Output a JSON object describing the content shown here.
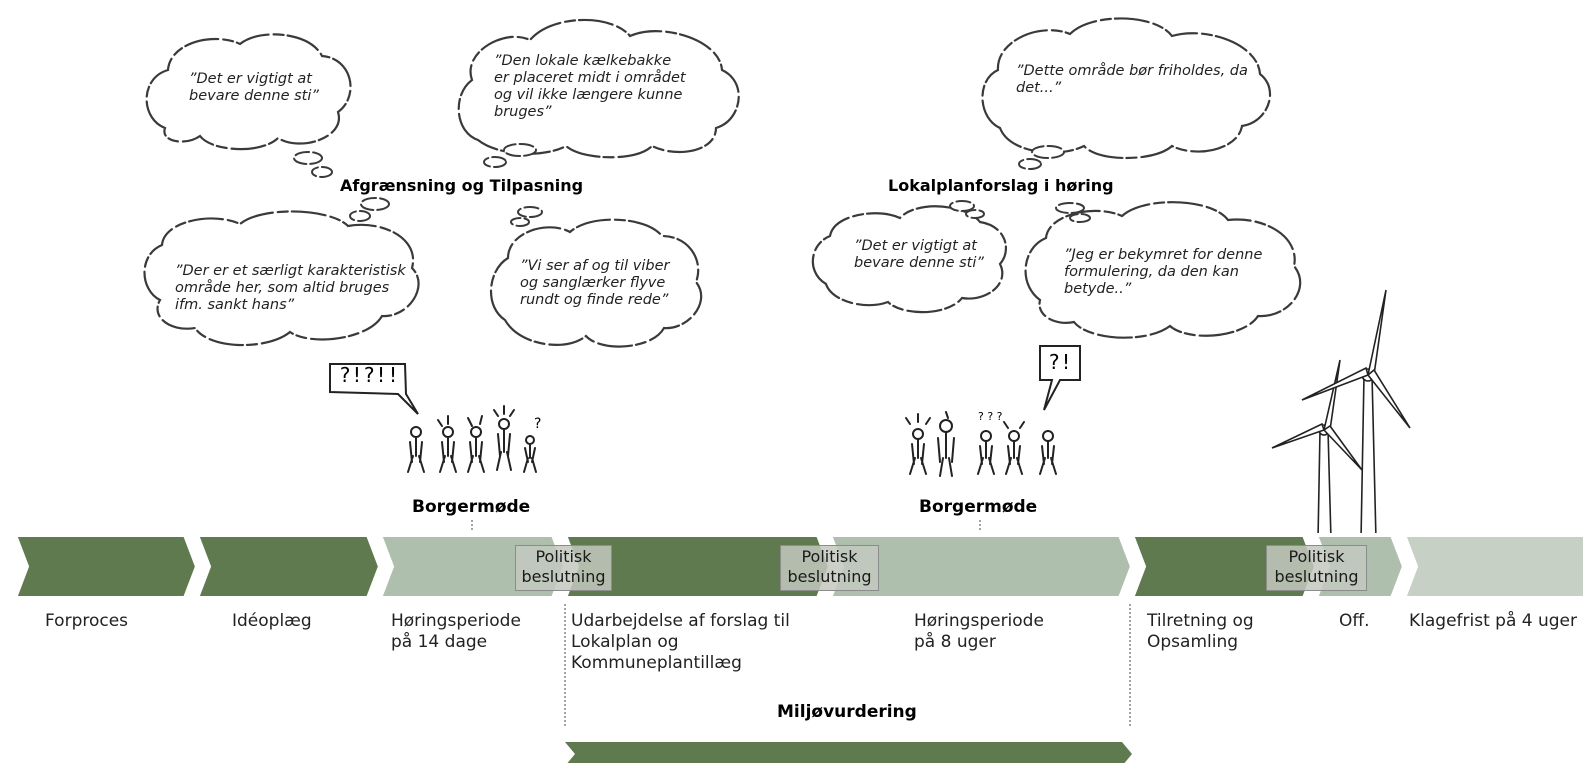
{
  "phases": [
    {
      "label": "Forproces",
      "color": "#5f7a4e"
    },
    {
      "label": "Idéoplæg",
      "color": "#5f7a4e"
    },
    {
      "label": "Høringsperiode\npå 14 dage",
      "color": "#aebfad"
    },
    {
      "label": "Udarbejdelse af forslag til\nLokalplan og\nKommuneplantillæg",
      "color": "#5f7a4e"
    },
    {
      "label": "Høringsperiode\npå 8 uger",
      "color": "#aebfad"
    },
    {
      "label": "Tilretning og\nOpsamling",
      "color": "#5f7a4e"
    },
    {
      "label": "Off.",
      "color": "#aebfad"
    },
    {
      "label": "Klagefrist på 4 uger",
      "color": "#c7d0c4"
    }
  ],
  "decisions": [
    "Politisk\nbeslutning",
    "Politisk\nbeslutning",
    "Politisk\nbeslutning"
  ],
  "meetings": [
    "Borgermøde",
    "Borgermøde"
  ],
  "headings": {
    "left": "Afgrænsning og Tilpasning",
    "right": "Lokalplanforslag i høring",
    "environment": "Miljøvurdering"
  },
  "speech": {
    "left": "?!?!!",
    "right": "?!"
  },
  "quotes": {
    "q1": "”Det er vigtigt at\nbevare denne sti”",
    "q2": "”Den lokale kælkebakke\ner placeret midt i området\nog vil ikke længere kunne\nbruges”",
    "q3": "”Der er et særligt karakteristisk\nområde her, som altid bruges\nifm. sankt hans”",
    "q4": "”Vi ser af og til viber\nog sanglærker flyve\nrundt og finde rede”",
    "q5": "”Dette område bør friholdes, da\ndet...”",
    "q6": "”Det er vigtigt at\nbevare denne sti”",
    "q7": "”Jeg er bekymret for denne\nformulering, da den kan\nbetyde..”"
  },
  "colors": {
    "dark_green": "#5f7a4e",
    "light_green": "#aebfad",
    "pale_green": "#c7d0c4"
  }
}
